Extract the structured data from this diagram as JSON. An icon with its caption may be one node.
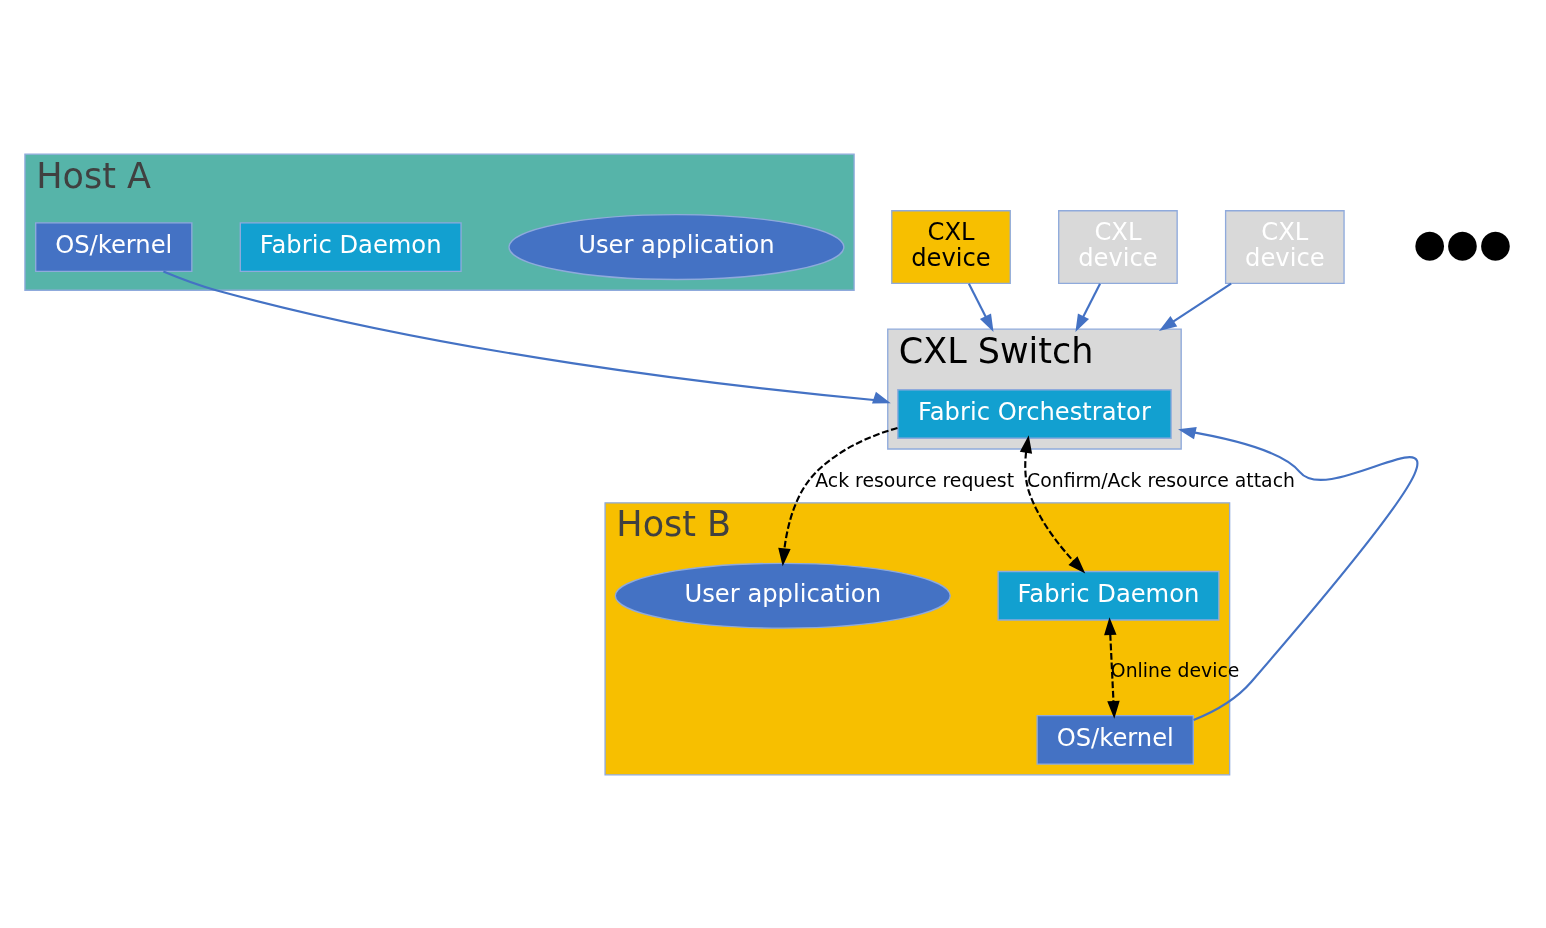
{
  "diagram": {
    "nodes": [
      {
        "text": [
          "Host A"
        ]
      },
      {
        "text": [
          "User application"
        ],
        "in": 0
      },
      {
        "text": [
          "Fabric Daemon"
        ],
        "in": 0
      },
      {
        "text": [
          "OS/kernel"
        ],
        "in": 0
      },
      {
        "text": [
          "Host B"
        ]
      },
      {
        "text": [
          "User application"
        ],
        "in": 4
      },
      {
        "text": [
          "Fabric Daemon"
        ],
        "in": 4
      },
      {
        "text": [
          "OS/kernel"
        ],
        "in": 4
      },
      {
        "text": [
          "CXL Switch"
        ]
      },
      {
        "text": [
          "Fabric Orchestrator"
        ],
        "in": 8
      },
      {
        "text": [
          "CXL",
          "device"
        ]
      },
      {
        "text": [
          "CXL",
          "device"
        ]
      },
      {
        "text": [
          "CXL",
          "device"
        ]
      }
    ],
    "edges": [
      {
        "from": 3,
        "to": 8,
        "arrow": "to"
      },
      {
        "from": 7,
        "to": 8,
        "arrow": "to"
      },
      {
        "from": 9,
        "to": 6,
        "arrow": "both",
        "label": "Confirm/Ack resource attach",
        "style": "dashed",
        "color": "#000000"
      },
      {
        "from": 6,
        "to": 7,
        "arrow": "both",
        "label": "Online device",
        "style": "dashed",
        "color": "#000000"
      },
      {
        "from": 9,
        "to": 5,
        "arrow": "to",
        "label": "Ack resource request",
        "style": "dashed",
        "color": "#000000"
      },
      {
        "from": 10,
        "to": 8,
        "arrow": "to"
      },
      {
        "from": 11,
        "to": 8,
        "arrow": "to"
      },
      {
        "from": 12,
        "to": 8,
        "arrow": "to"
      }
    ],
    "labels": [
      "●●●"
    ]
  }
}
